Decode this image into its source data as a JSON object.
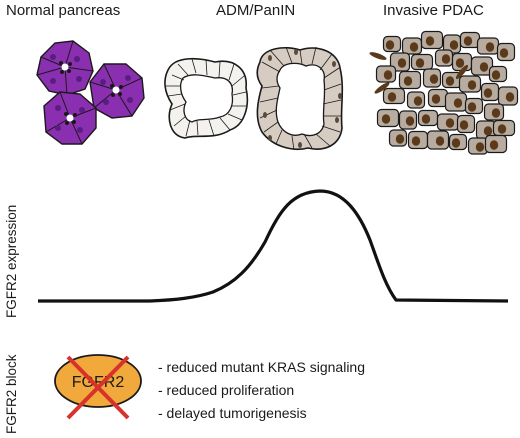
{
  "stages": [
    {
      "label": "Normal pancreas"
    },
    {
      "label": "ADM/PanIN"
    },
    {
      "label": "Invasive PDAC"
    }
  ],
  "y_axis_label": "FGFR2 expression",
  "block_row_label": "FGFR2 block",
  "block_badge": {
    "text": "FGFR2",
    "fill_color": "#f2a93b",
    "cross_color": "#d8322c"
  },
  "effects": [
    "- reduced mutant KRAS signaling",
    "- reduced proliferation",
    "- delayed tumorigenesis"
  ],
  "colors": {
    "normal_cell": "#8a2fb0",
    "normal_nucleus": "#5a1d80",
    "panin_tissue": "#f4f2ee",
    "pdac_cell": "#b8aca0",
    "pdac_nucleus": "#5a3a1a",
    "curve": "#111111"
  }
}
